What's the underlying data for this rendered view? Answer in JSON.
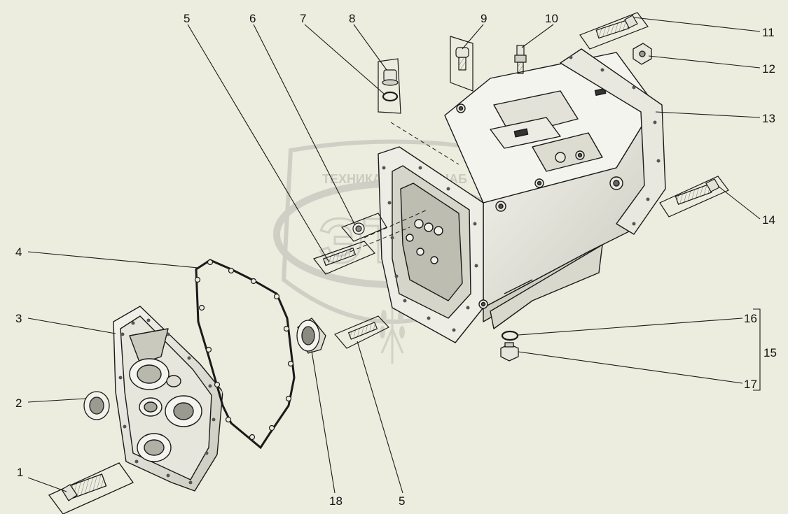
{
  "watermark": {
    "top_text": "ТЕХНИКА",
    "right_text": "СНАБ",
    "mark": "ЭТС"
  },
  "callouts": [
    {
      "id": "1",
      "text": "1"
    },
    {
      "id": "2",
      "text": "2"
    },
    {
      "id": "3",
      "text": "3"
    },
    {
      "id": "4",
      "text": "4"
    },
    {
      "id": "5a",
      "text": "5"
    },
    {
      "id": "5b",
      "text": "5"
    },
    {
      "id": "6",
      "text": "6"
    },
    {
      "id": "7",
      "text": "7"
    },
    {
      "id": "8",
      "text": "8"
    },
    {
      "id": "9",
      "text": "9"
    },
    {
      "id": "10",
      "text": "10"
    },
    {
      "id": "11",
      "text": "11"
    },
    {
      "id": "12",
      "text": "12"
    },
    {
      "id": "13",
      "text": "13"
    },
    {
      "id": "14",
      "text": "14"
    },
    {
      "id": "15",
      "text": "15"
    },
    {
      "id": "16",
      "text": "16"
    },
    {
      "id": "17",
      "text": "17"
    },
    {
      "id": "18",
      "text": "18"
    }
  ],
  "colors": {
    "background": "#ececdf",
    "line": "#1a1a1a",
    "metal_light": "#f7f7f1",
    "metal_shade": "#cfcfc2",
    "metal_dark": "#9a9a90",
    "watermark": "#b9b9b0"
  }
}
